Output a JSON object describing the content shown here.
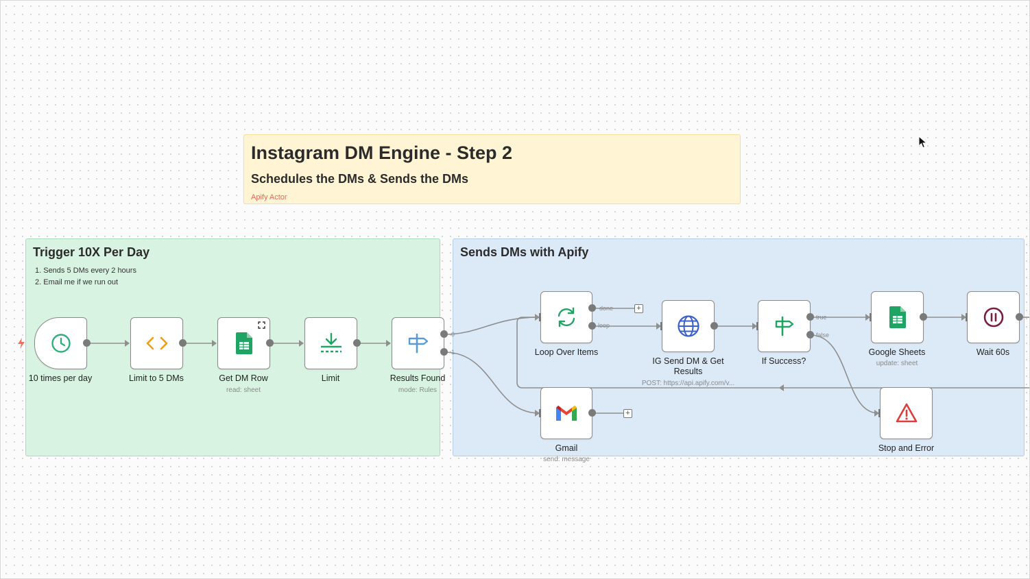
{
  "colors": {
    "accent_green": "#1fa463",
    "accent_orange": "#f39c12",
    "accent_blue": "#5b8cd6",
    "error_red": "#e03c3c",
    "wait_maroon": "#7a1f3d",
    "trigger_bolt": "#ff6b5a"
  },
  "header_note": {
    "title": "Instagram DM Engine - Step 2",
    "subtitle": "Schedules the DMs & Sends the DMs",
    "link": "Apify Actor"
  },
  "trigger_group": {
    "title": "Trigger 10X Per Day",
    "items": [
      "1. Sends 5 DMs every 2 hours",
      "2. Email me if we run out"
    ]
  },
  "send_group": {
    "title": "Sends DMs with Apify"
  },
  "nodes": {
    "schedule": {
      "label": "10 times per day",
      "icon": "clock-icon"
    },
    "code": {
      "label": "Limit to 5 DMs",
      "icon": "code-icon"
    },
    "get_row": {
      "label": "Get DM Row",
      "sublabel": "read: sheet",
      "icon": "sheets-icon"
    },
    "limit": {
      "label": "Limit",
      "icon": "limit-icon"
    },
    "switch": {
      "label": "Results Found",
      "sublabel": "mode: Rules",
      "icon": "switch-icon",
      "outputs": [
        "0",
        "1"
      ]
    },
    "loop": {
      "label": "Loop Over Items",
      "icon": "loop-icon",
      "outputs": [
        "done",
        "loop"
      ]
    },
    "http": {
      "label": "IG Send DM & Get Results",
      "sublabel": "POST: https://api.apify.com/v...",
      "icon": "globe-icon"
    },
    "if_success": {
      "label": "If Success?",
      "icon": "if-icon",
      "outputs": [
        "true",
        "false"
      ]
    },
    "sheets_update": {
      "label": "Google Sheets",
      "sublabel": "update: sheet",
      "icon": "sheets-icon"
    },
    "wait": {
      "label": "Wait 60s",
      "icon": "pause-icon"
    },
    "gmail": {
      "label": "Gmail",
      "sublabel": "send: message",
      "icon": "gmail-icon"
    },
    "stop": {
      "label": "Stop and Error",
      "icon": "warning-icon"
    }
  }
}
